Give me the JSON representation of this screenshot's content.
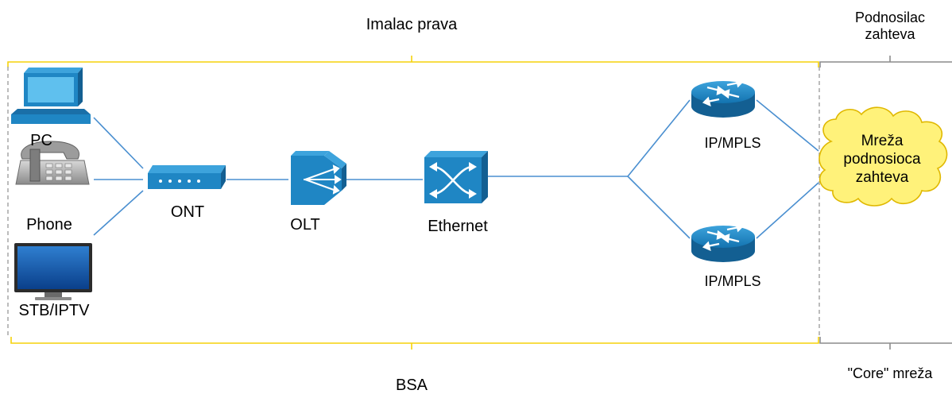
{
  "labels": {
    "rights_holder": "Imalac prava",
    "requester": "Podnosilac zahteva",
    "bsa": "BSA",
    "core": "\"Core\" mreža"
  },
  "devices": {
    "pc": "PC",
    "phone": "Phone",
    "stb": "STB/IPTV",
    "ont": "ONT",
    "olt": "OLT",
    "ethernet": "Ethernet",
    "router_top": "IP/MPLS",
    "router_bottom": "IP/MPLS"
  },
  "cloud": {
    "lines": [
      "Mreža",
      "podnosioca",
      "zahteva"
    ]
  },
  "colors": {
    "bracket_yellow": "#f5d20a",
    "bracket_gray": "#8c8c8c",
    "dashed_gray": "#a6a6a6",
    "link_blue": "#4a8fd0",
    "device_blue": "#1f86c4",
    "cloud_fill": "#fff27a",
    "cloud_stroke": "#e0b800"
  }
}
